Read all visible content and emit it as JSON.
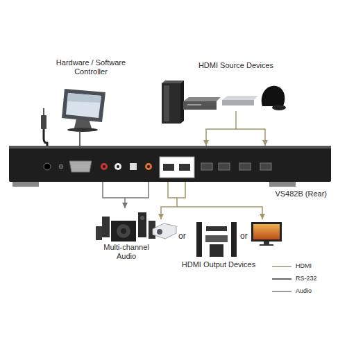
{
  "diagram": {
    "nodes": [
      {
        "text": [
          "Hardware / Software Controller"
        ]
      },
      {
        "text": [
          "HDMI Source Devices"
        ]
      },
      {
        "text": [
          "VS482B (Rear)"
        ]
      },
      {
        "text": [
          "Multi-channel Audio"
        ]
      },
      {
        "text": [
          "HDMI Output Devices"
        ]
      }
    ],
    "edges": [
      {
        "from": 0,
        "to": 2,
        "arrow": "none"
      },
      {
        "from": 1,
        "to": 2,
        "arrow": "to"
      },
      {
        "from": 2,
        "to": 3,
        "arrow": "to"
      },
      {
        "from": 2,
        "to": 4,
        "arrow": "to"
      }
    ],
    "labels": [
      "or",
      "or"
    ],
    "legend": [
      {
        "text": "HDMI"
      },
      {
        "text": "RS-232"
      },
      {
        "text": "Audio"
      }
    ]
  }
}
